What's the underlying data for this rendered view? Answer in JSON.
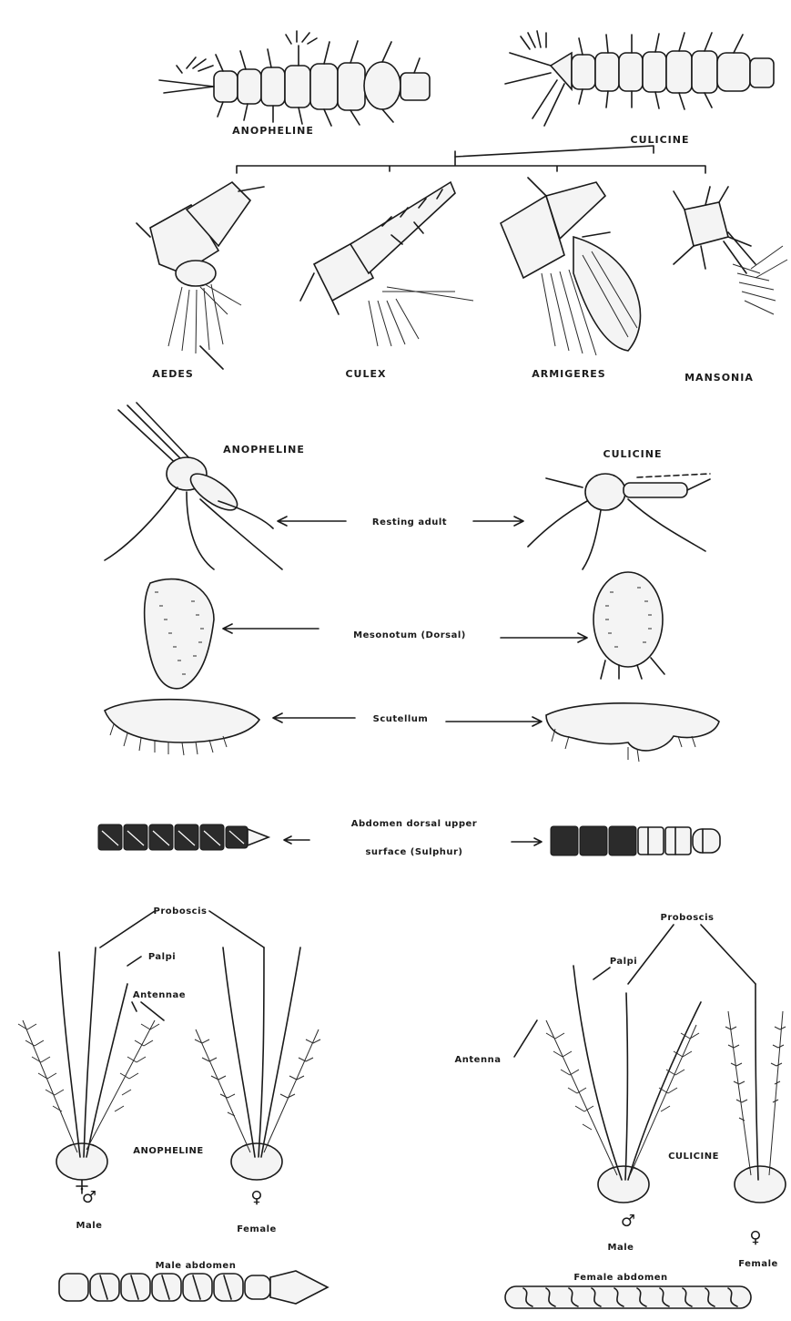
{
  "larvae": {
    "anopheline": "ANOPHELINE",
    "culicine": "CULICINE"
  },
  "pupae": {
    "aedes": "AEDES",
    "culex": "CULEX",
    "armigeres": "ARMIGERES",
    "mansonia": "MANSONIA"
  },
  "adults": {
    "anopheline": "ANOPHELINE",
    "culicine": "CULICINE",
    "resting_adult": "Resting adult",
    "mesonotum": "Mesonotum (Dorsal)",
    "scutellum": "Scutellum",
    "abdomen_line1": "Abdomen dorsal upper",
    "abdomen_line2": "surface (Sulphur)"
  },
  "heads": {
    "proboscis_left": "Proboscis",
    "palpi_left": "Palpi",
    "antennae_left": "Antennae",
    "anopheline": "ANOPHELINE",
    "male_left": "Male",
    "female_left": "Female",
    "male_symbol": "♂",
    "female_symbol": "♀",
    "male_abdomen": "Male abdomen",
    "proboscis_right": "Proboscis",
    "palpi_right": "Palpi",
    "antennae_right": "Antenna",
    "culicine": "CULICINE",
    "male_right": "Male",
    "female_right": "Female",
    "female_abdomen": "Female abdomen"
  }
}
